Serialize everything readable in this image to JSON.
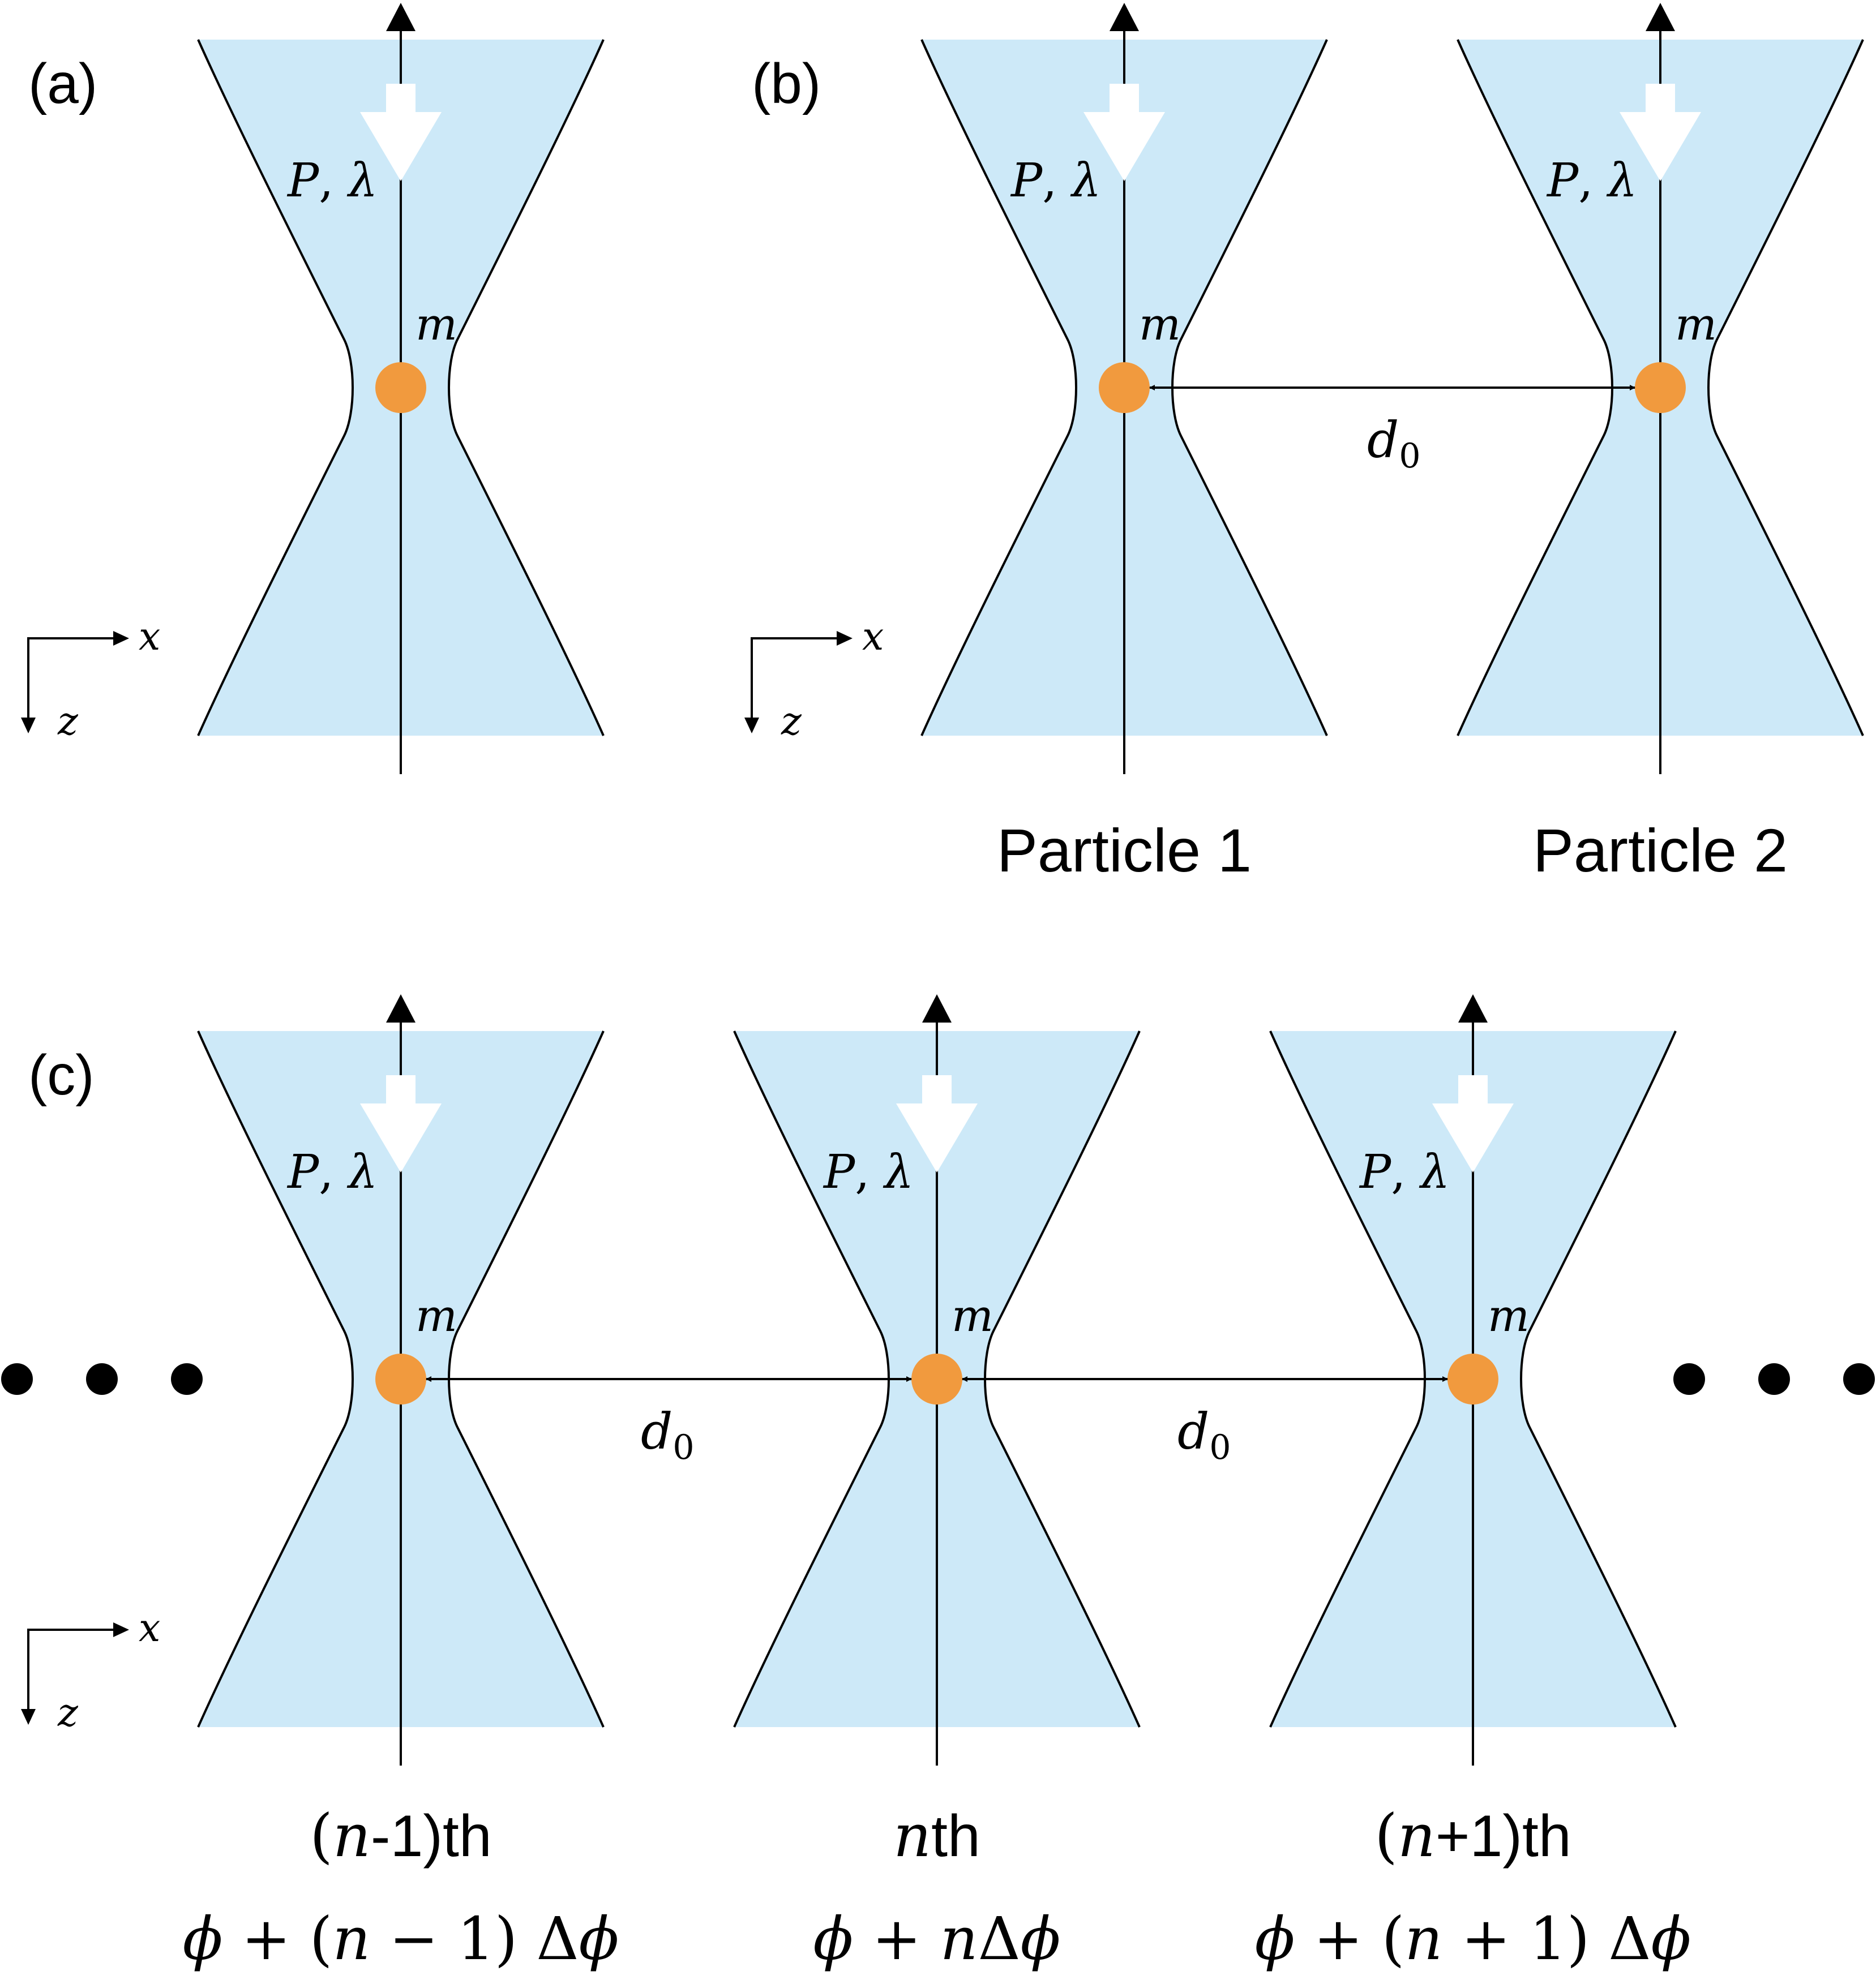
{
  "colors": {
    "beam_fill": "#cde9f8",
    "particle": "#f19a3e",
    "line": "#000000",
    "push_arrow": "#ffffff"
  },
  "panels": {
    "a": {
      "label": "(a)"
    },
    "b": {
      "label": "(b)",
      "particle1": "Particle 1",
      "particle2": "Particle 2",
      "distance": "d",
      "distance_sub": "0"
    },
    "c": {
      "label": "(c)",
      "distance": "d",
      "distance_sub": "0",
      "left_index": {
        "open": "(",
        "var": "n",
        "rest": "-1)th"
      },
      "mid_index": {
        "var": "n",
        "rest": "th"
      },
      "right_index": {
        "open": "(",
        "var": "n",
        "rest": "+1)th"
      },
      "left_phase": {
        "phi": "ϕ",
        "rest1": " + (",
        "n": "n",
        "rest2": " − 1) Δ",
        "phi2": "ϕ"
      },
      "mid_phase": {
        "phi": "ϕ",
        "rest1": " + ",
        "n": "n",
        "rest2": "Δ",
        "phi2": "ϕ"
      },
      "right_phase": {
        "phi": "ϕ",
        "rest1": " + (",
        "n": "n",
        "rest2": " + 1) Δ",
        "phi2": "ϕ"
      }
    }
  },
  "beam": {
    "power_label": "P",
    "sep": ", ",
    "lambda_label": "λ",
    "mass_label": "m"
  },
  "axes": {
    "x_label": "x",
    "z_label": "z"
  }
}
